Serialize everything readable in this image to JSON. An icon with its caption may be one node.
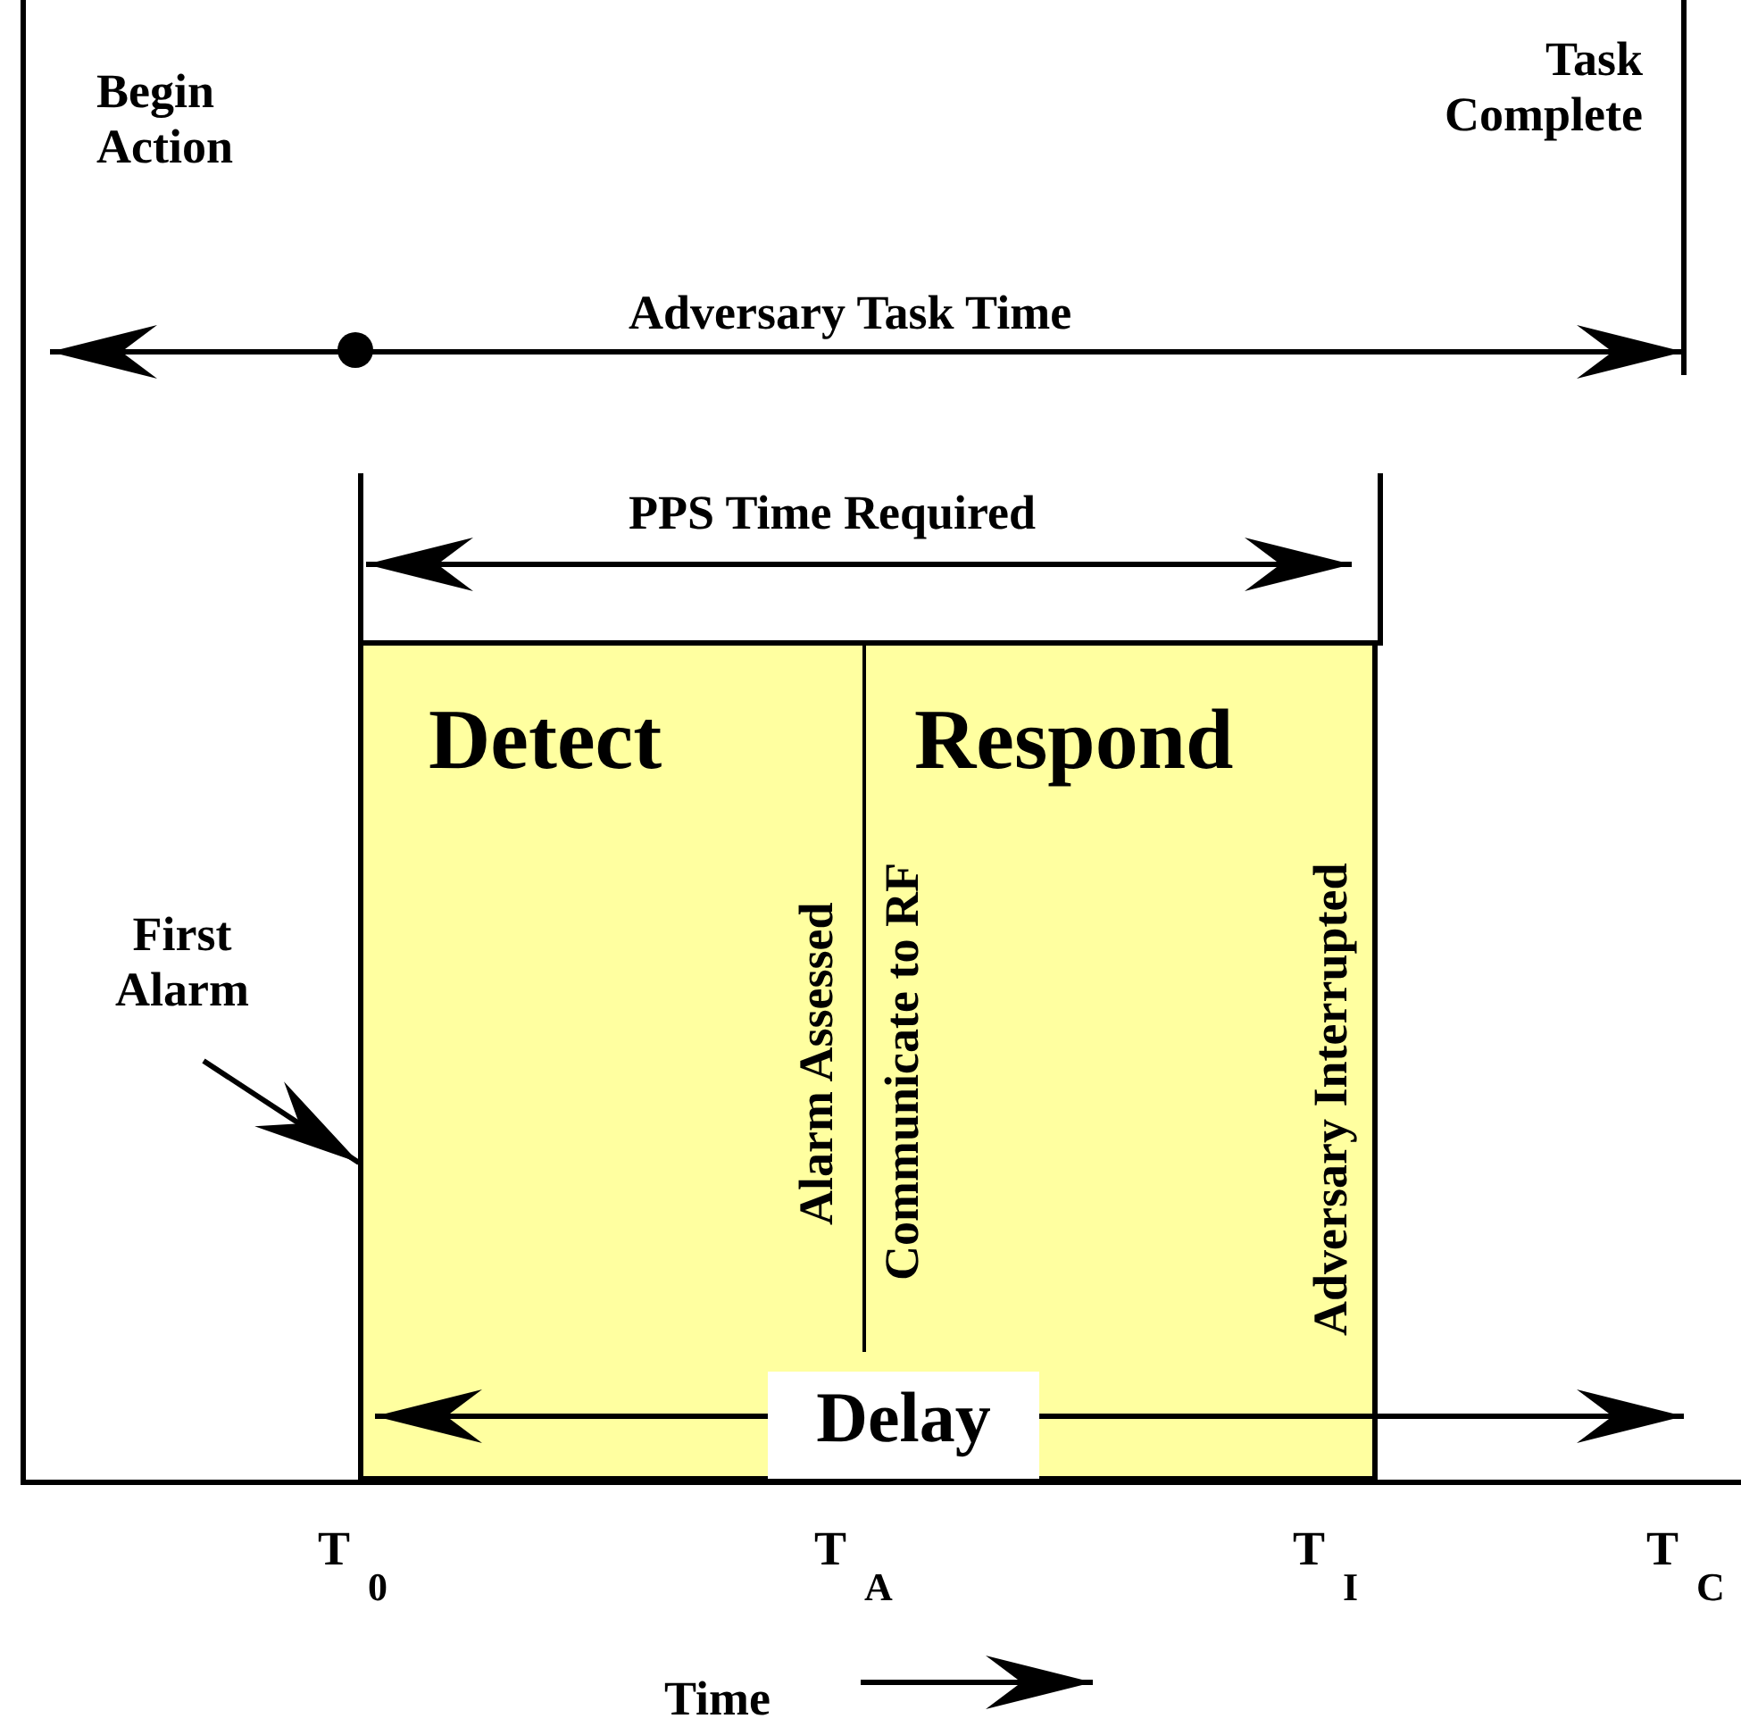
{
  "diagram": {
    "nodes": [
      {
        "text": [
          "Detect",
          "Alarm Assessed"
        ]
      },
      {
        "text": [
          "Respond",
          "Communicate to RF",
          "Adversary Interrupted"
        ]
      },
      {
        "text": [
          "First Alarm"
        ]
      }
    ],
    "edges": [
      {
        "from": 2,
        "to": 0,
        "arrow": "to"
      }
    ],
    "labels": [
      "Begin Action",
      "Task Complete",
      "Adversary Task Time",
      "PPS Time Required",
      "Delay",
      "T$_{0}$",
      "T$_{A}$",
      "T$_{I}$",
      "T$_{C}$",
      "Time"
    ]
  }
}
